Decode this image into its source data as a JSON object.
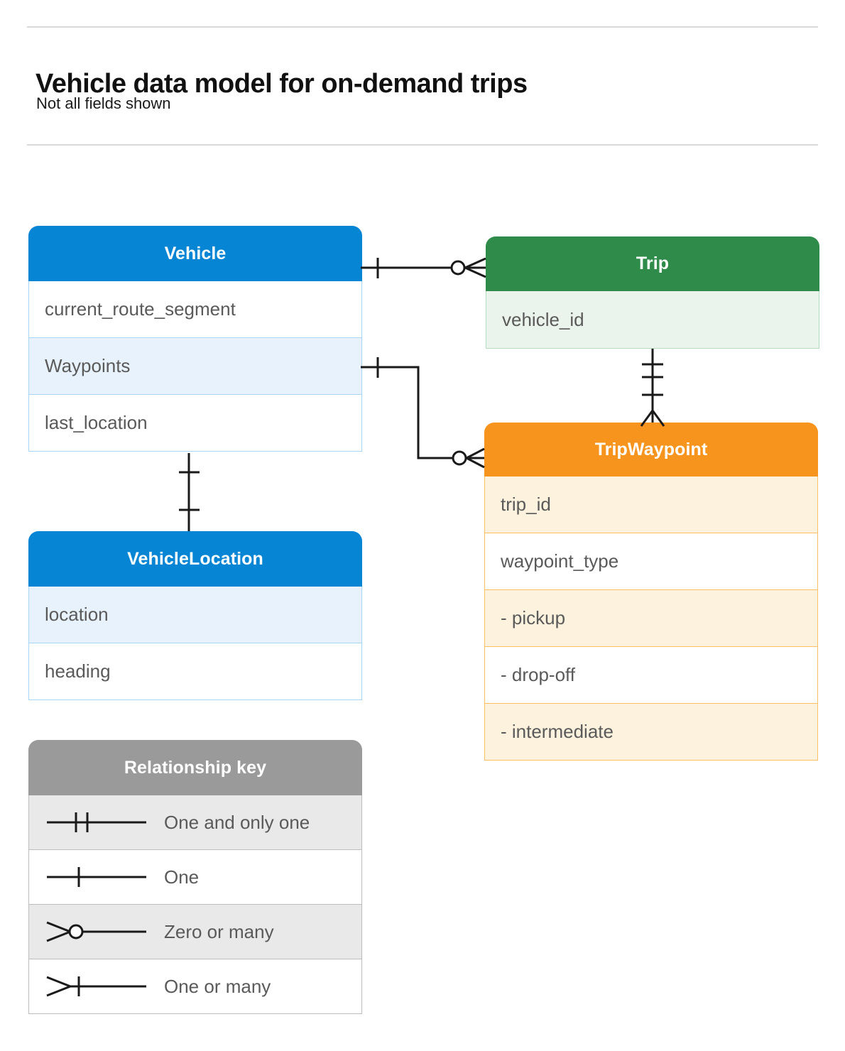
{
  "header": {
    "title": "Vehicle data model for on-demand trips",
    "subtitle": "Not all fields shown"
  },
  "colors": {
    "vehicle_header": "#0785d5",
    "vehicle_row_alt": "#e8f2fd",
    "vehicle_border": "#a8d4f5",
    "trip_header": "#2e8b4a",
    "trip_row": "#eaf4ec",
    "trip_border": "#b6dcc0",
    "tripwaypoint_header": "#f7941e",
    "tripwaypoint_row_alt": "#fdf2dd",
    "tripwaypoint_border": "#fbc063",
    "legend_header": "#9a9a9a",
    "legend_row_alt": "#e9e9e9",
    "legend_border": "#bdbdbd",
    "connector": "#1a1a1a",
    "rule": "#d9d9d9",
    "field_text": "#5a5a5a"
  },
  "entities": [
    {
      "id": "vehicle",
      "name": "Vehicle",
      "fields": [
        {
          "label": "current_route_segment",
          "highlight": false
        },
        {
          "label": "Waypoints",
          "highlight": true
        },
        {
          "label": "last_location",
          "highlight": false
        }
      ]
    },
    {
      "id": "vehicle-location",
      "name": "VehicleLocation",
      "fields": [
        {
          "label": "location",
          "highlight": true
        },
        {
          "label": "heading",
          "highlight": false
        }
      ]
    },
    {
      "id": "trip",
      "name": "Trip",
      "fields": [
        {
          "label": "vehicle_id",
          "highlight": true
        }
      ]
    },
    {
      "id": "tripwaypoint",
      "name": "TripWaypoint",
      "fields": [
        {
          "label": "trip_id",
          "highlight": true
        },
        {
          "label": "waypoint_type",
          "highlight": false
        },
        {
          "label": "-  pickup",
          "highlight": true
        },
        {
          "label": "-  drop-off",
          "highlight": false
        },
        {
          "label": "-  intermediate",
          "highlight": true
        }
      ]
    }
  ],
  "legend": {
    "title": "Relationship key",
    "items": [
      {
        "symbol": "one-and-only-one-icon",
        "label": "One and only one"
      },
      {
        "symbol": "one-icon",
        "label": "One"
      },
      {
        "symbol": "zero-or-many-icon",
        "label": "Zero or many"
      },
      {
        "symbol": "one-or-many-icon",
        "label": "One or many"
      }
    ]
  },
  "relationships": [
    {
      "from": "Vehicle",
      "from_cardinality": "One",
      "to": "Trip",
      "to_cardinality": "Zero or many"
    },
    {
      "from": "Vehicle.Waypoints",
      "from_cardinality": "One",
      "to": "TripWaypoint",
      "to_cardinality": "Zero or many"
    },
    {
      "from": "Vehicle",
      "from_cardinality": "One",
      "to": "VehicleLocation",
      "to_cardinality": "One"
    },
    {
      "from": "Trip",
      "from_cardinality": "One and only one",
      "to": "TripWaypoint",
      "to_cardinality": "One or many"
    }
  ]
}
